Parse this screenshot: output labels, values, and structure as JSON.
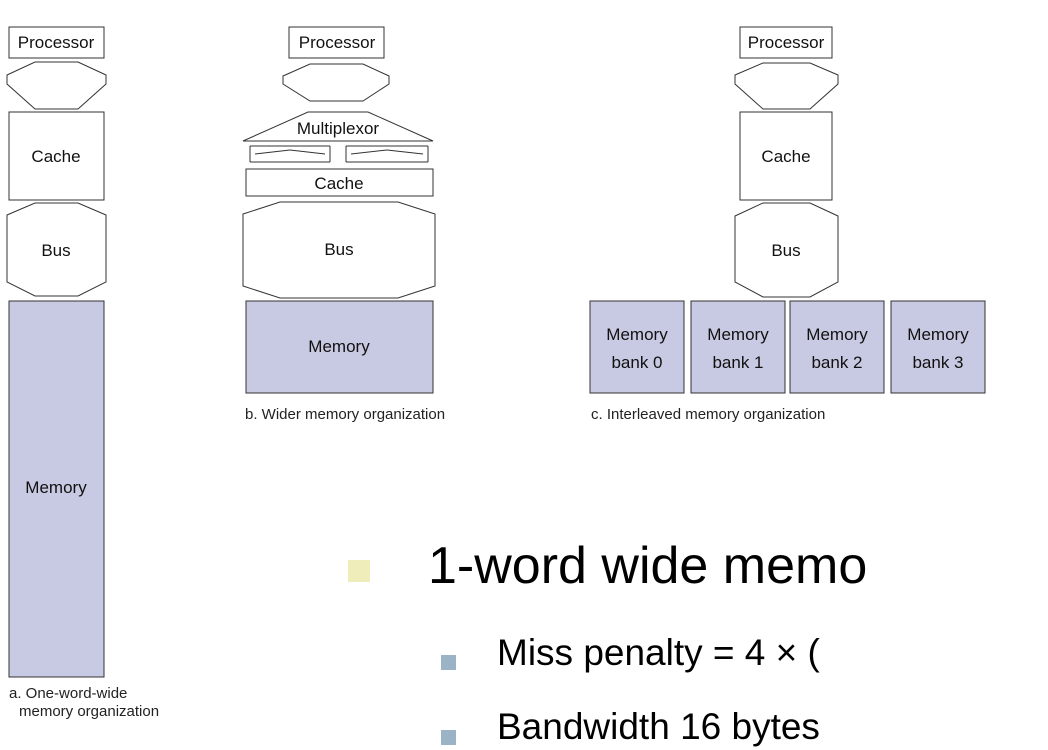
{
  "diagram_a": {
    "processor": "Processor",
    "cache": "Cache",
    "bus": "Bus",
    "memory": "Memory",
    "caption_line1": "a. One-word-wide",
    "caption_line2": "memory organization"
  },
  "diagram_b": {
    "processor": "Processor",
    "multiplexor": "Multiplexor",
    "cache": "Cache",
    "bus": "Bus",
    "memory": "Memory",
    "caption": "b. Wider memory organization"
  },
  "diagram_c": {
    "processor": "Processor",
    "cache": "Cache",
    "bus": "Bus",
    "banks": [
      {
        "line1": "Memory",
        "line2": "bank 0"
      },
      {
        "line1": "Memory",
        "line2": "bank 1"
      },
      {
        "line1": "Memory",
        "line2": "bank 2"
      },
      {
        "line1": "Memory",
        "line2": "bank 3"
      }
    ],
    "caption": "c. Interleaved memory organization"
  },
  "bullets": {
    "main": "1-word wide memo",
    "sub1": "Miss penalty = 4 × (",
    "sub2": "Bandwidth 16 bytes"
  },
  "colors": {
    "memory_fill": "#c8c9e2",
    "bullet_main": "#efeebb",
    "bullet_sub": "#9bb3c4"
  }
}
